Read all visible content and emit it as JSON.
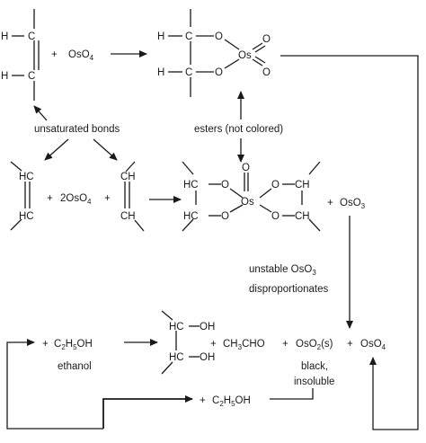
{
  "reagents": {
    "plus": "+",
    "osmium_tetroxide": "OsO",
    "osmium_tetroxide_sub": "4",
    "two_osmium_tetroxide": "2OsO",
    "osmium_trioxide": "OsO",
    "osmium_trioxide_sub": "3",
    "ethanol_c": "C",
    "ethanol_sub2": "2",
    "ethanol_h": "H",
    "ethanol_sub5": "5",
    "ethanol_oh": "OH",
    "acetaldehyde": "CH",
    "acetaldehyde_sub": "3",
    "acetaldehyde_cho": "CHO",
    "osmium_dioxide": "OsO",
    "osmium_dioxide_sub": "2",
    "osmium_dioxide_state": "(s)"
  },
  "atoms": {
    "h": "H",
    "c": "C",
    "o": "O",
    "os": "Os",
    "hc": "HC",
    "ch": "CH",
    "oh": "OH"
  },
  "labels": {
    "unsaturated_bonds": "unsaturated bonds",
    "esters": "esters (not colored)",
    "unstable_line1": "unstable OsO",
    "unstable_line1_sub": "3",
    "unstable_line2": "disproportionates",
    "ethanol": "ethanol",
    "black": "black,",
    "insoluble": "insoluble"
  }
}
